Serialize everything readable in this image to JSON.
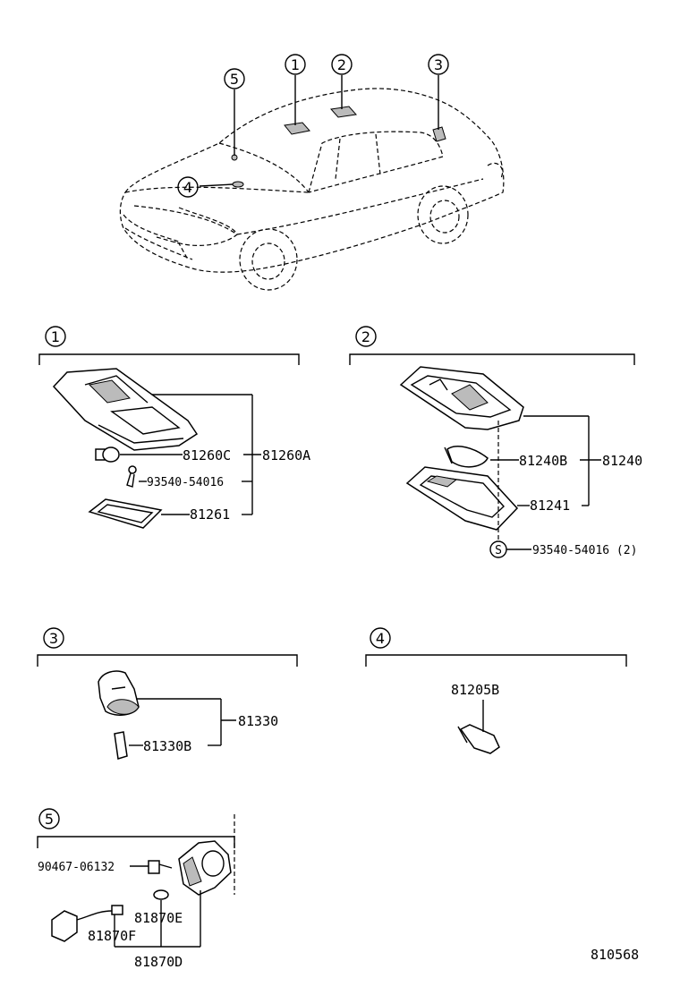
{
  "callouts": [
    "1",
    "2",
    "3",
    "4",
    "5"
  ],
  "sections": [
    {
      "id": "1",
      "parts": [
        "81260C",
        "81260A",
        "93540-54016",
        "81261"
      ]
    },
    {
      "id": "2",
      "parts": [
        "81240B",
        "81240",
        "81241",
        "93540-54016 (2)"
      ],
      "symbol": "S"
    },
    {
      "id": "3",
      "parts": [
        "81330",
        "81330B"
      ]
    },
    {
      "id": "4",
      "parts": [
        "81205B"
      ]
    },
    {
      "id": "5",
      "parts": [
        "90467-06132",
        "81870E",
        "81870F",
        "81870D"
      ]
    }
  ],
  "diagram_id": "810568"
}
